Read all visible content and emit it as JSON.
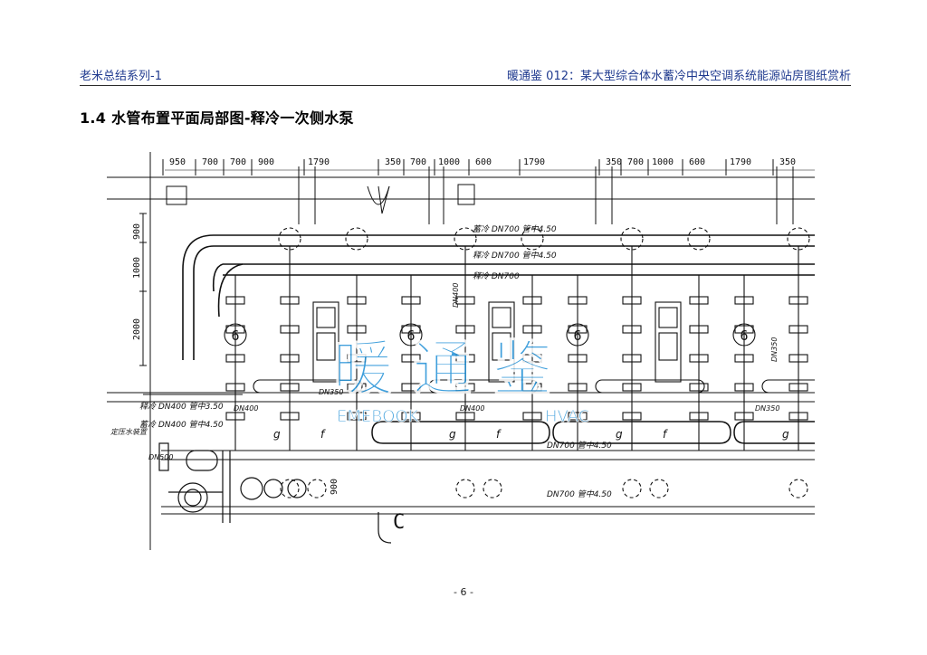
{
  "header": {
    "left": "老米总结系列-1",
    "right": "暖通鉴 012：某大型综合体水蓄冷中央空调系统能源站房图纸赏析"
  },
  "section": {
    "title": "1.4 水管布置平面局部图-释冷一次侧水泵"
  },
  "drawing": {
    "top_dimensions": [
      "950",
      "700",
      "700",
      "900",
      "1790",
      "350",
      "700",
      "1000",
      "600",
      "1790",
      "350",
      "700",
      "1000",
      "600",
      "1790",
      "350"
    ],
    "side_dimensions": [
      "900",
      "1000",
      "2000"
    ],
    "bottom_dimension": "900",
    "pipe_labels": {
      "storage_dn700_top": "蓄冷 DN700 管中4.50",
      "release_dn700": "释冷 DN700 管中4.50",
      "release_dn700_short": "释冷 DN700",
      "release_dn400": "释冷 DN400 管中3.50",
      "storage_dn400": "蓄冷 DN400 管中4.50",
      "expansion": "定压水装置",
      "dn500": "DN500",
      "dn400": "DN400",
      "dn350": "DN350",
      "dn700_lower_1": "DN700 管中4.50",
      "dn700_lower_2": "DN700 管中4.50",
      "vertical_dn400": "DN400",
      "vertical_dn350": "DN350"
    },
    "pump_tag": "6",
    "valve_letters": [
      "g",
      "f"
    ],
    "grid_mark": "C",
    "watermark": {
      "chars": "暖通鉴",
      "left_text": "EMEBOOK",
      "right_text": "HVAC",
      "color": "#1e8fd6"
    }
  },
  "footer": {
    "page_number": "- 6 -"
  }
}
